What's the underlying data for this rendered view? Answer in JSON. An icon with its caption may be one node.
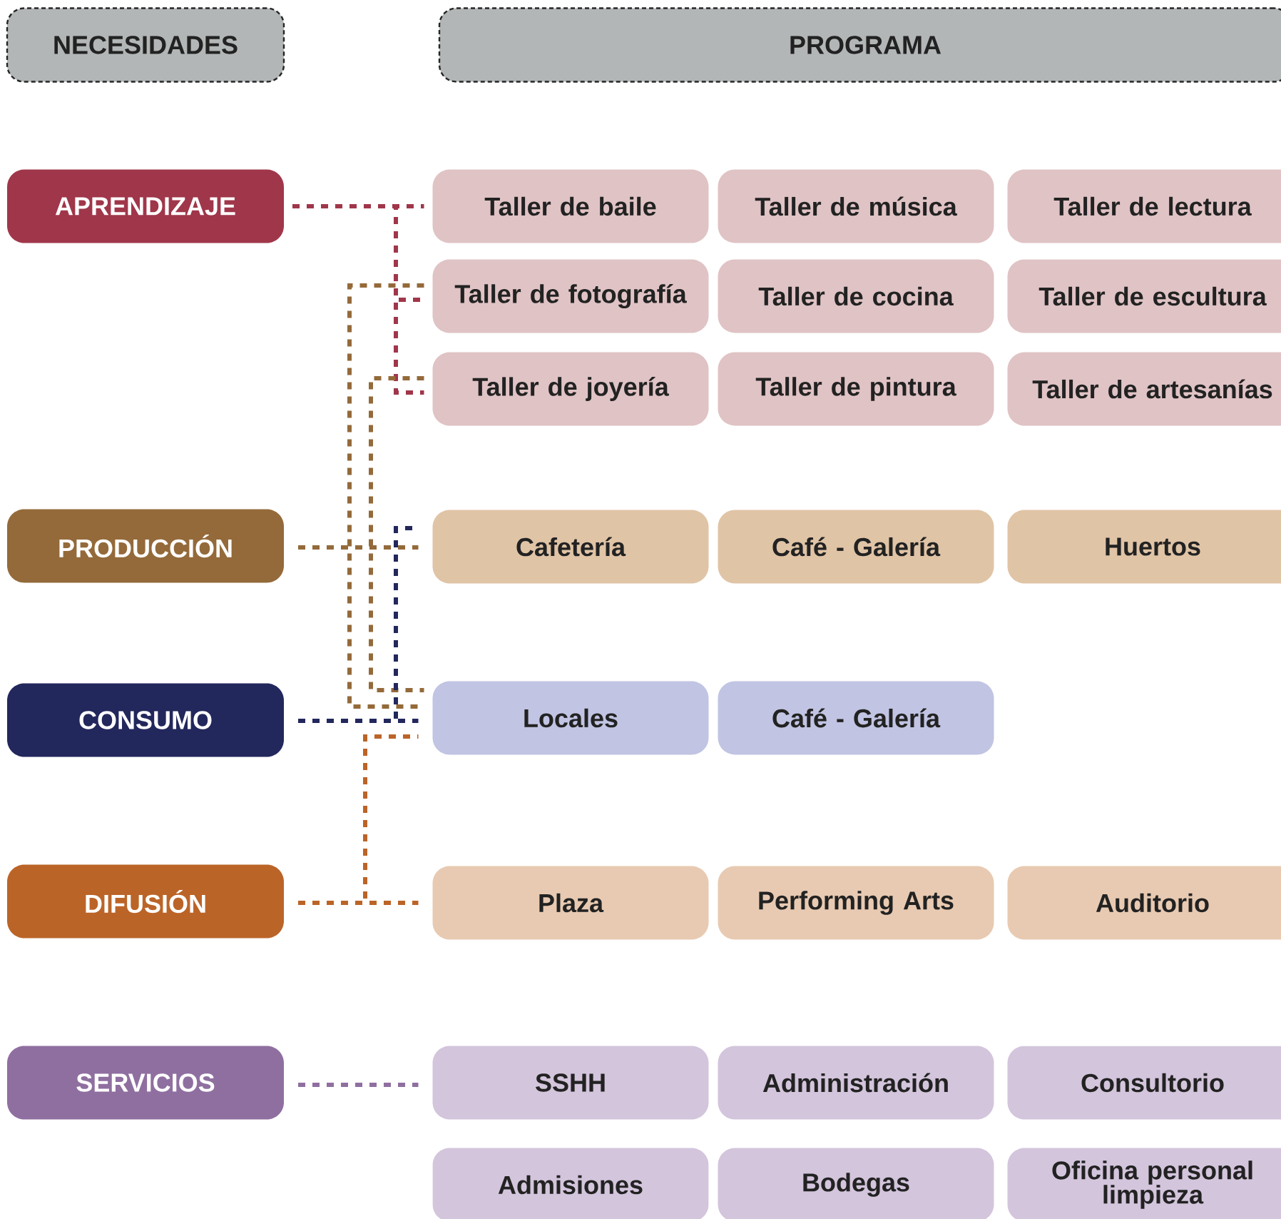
{
  "diagram": {
    "nodes": [
      {
        "text": [
          "NECESIDADES"
        ]
      },
      {
        "text": [
          "PROGRAMA"
        ]
      },
      {
        "text": [
          "APRENDIZAJE"
        ]
      },
      {
        "text": [
          "Taller de baile"
        ]
      },
      {
        "text": [
          "Taller de música"
        ]
      },
      {
        "text": [
          "Taller de lectura"
        ]
      },
      {
        "text": [
          "Taller de fotografía"
        ]
      },
      {
        "text": [
          "Taller de cocina"
        ]
      },
      {
        "text": [
          "Taller de escultura"
        ]
      },
      {
        "text": [
          "Taller de joyería"
        ]
      },
      {
        "text": [
          "Taller de pintura"
        ]
      },
      {
        "text": [
          "Taller de artesanías"
        ]
      },
      {
        "text": [
          "PRODUCCIÓN"
        ]
      },
      {
        "text": [
          "Cafetería"
        ]
      },
      {
        "text": [
          "Café - Galería"
        ]
      },
      {
        "text": [
          "Huertos"
        ]
      },
      {
        "text": [
          "CONSUMO"
        ]
      },
      {
        "text": [
          "Locales"
        ]
      },
      {
        "text": [
          "Café - Galería"
        ]
      },
      {
        "text": [
          "DIFUSIÓN"
        ]
      },
      {
        "text": [
          "Plaza"
        ]
      },
      {
        "text": [
          "Performing Arts"
        ]
      },
      {
        "text": [
          "Auditorio"
        ]
      },
      {
        "text": [
          "SERVICIOS"
        ]
      },
      {
        "text": [
          "SSHH"
        ]
      },
      {
        "text": [
          "Administración"
        ]
      },
      {
        "text": [
          "Consultorio"
        ]
      },
      {
        "text": [
          "Admisiones"
        ]
      },
      {
        "text": [
          "Bodegas"
        ]
      },
      {
        "text": [
          "Oficina personal limpieza"
        ]
      }
    ],
    "edges": [
      {
        "from": 2,
        "to": 3,
        "arrow": "none",
        "style": "dashed",
        "color": "#a0364a"
      },
      {
        "from": 2,
        "to": 6,
        "arrow": "none",
        "style": "dashed",
        "color": "#a0364a"
      },
      {
        "from": 2,
        "to": 9,
        "arrow": "none",
        "style": "dashed",
        "color": "#a0364a"
      },
      {
        "from": 12,
        "to": 13,
        "arrow": "none",
        "style": "dashed",
        "color": "#946a3a"
      },
      {
        "from": 6,
        "to": 17,
        "arrow": "none",
        "style": "dashed",
        "color": "#946a3a"
      },
      {
        "from": 9,
        "to": 17,
        "arrow": "none",
        "style": "dashed",
        "color": "#946a3a"
      },
      {
        "from": 16,
        "to": 17,
        "arrow": "none",
        "style": "dashed",
        "color": "#22275c"
      },
      {
        "from": 16,
        "to": 13,
        "arrow": "none",
        "style": "dashed",
        "color": "#22275c"
      },
      {
        "from": 19,
        "to": 20,
        "arrow": "none",
        "style": "dashed",
        "color": "#bb6428"
      },
      {
        "from": 19,
        "to": 17,
        "arrow": "none",
        "style": "dashed",
        "color": "#bb6428"
      },
      {
        "from": 23,
        "to": 24,
        "arrow": "none",
        "style": "dashed",
        "color": "#8f6fa0"
      }
    ]
  }
}
